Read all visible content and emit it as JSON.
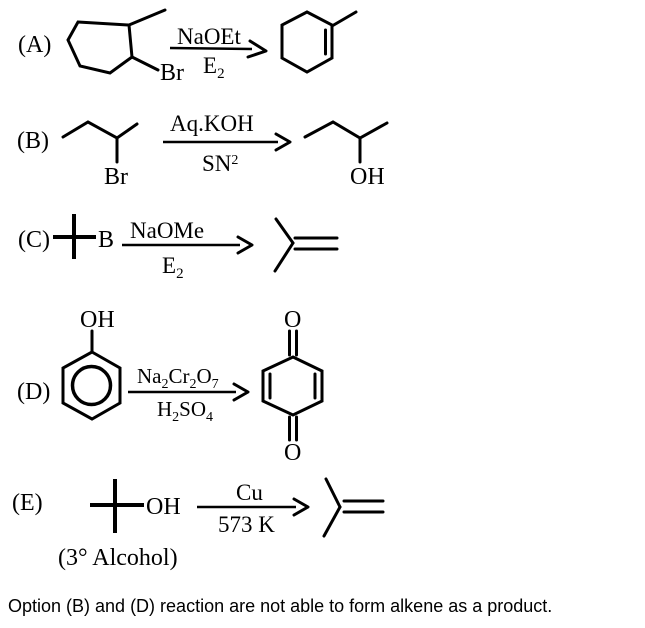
{
  "reactions": {
    "a": {
      "label": "(A)",
      "leaving_group": "Br",
      "reagent_above": "NaOEt",
      "reagent_below": {
        "base": "E",
        "sub": "2"
      }
    },
    "b": {
      "label": "(B)",
      "leaving_group": "Br",
      "reagent_above": "Aq.KOH",
      "reagent_below": {
        "base": "SN",
        "sup": "2"
      },
      "product_group": "OH"
    },
    "c": {
      "label": "(C)",
      "halide_label": "B",
      "reagent_above": "NaOMe",
      "reagent_below": {
        "base": "E",
        "sub": "2"
      }
    },
    "d": {
      "label": "(D)",
      "phenol_group": "OH",
      "reagent_above": {
        "s1": "Na",
        "s2": "2",
        "s3": "Cr",
        "s4": "2",
        "s5": "O",
        "s6": "7"
      },
      "reagent_below": {
        "s1": "H",
        "s2": "2",
        "s3": "SO",
        "s4": "4"
      },
      "quinone_o_top": "O",
      "quinone_o_bottom": "O"
    },
    "e": {
      "label": "(E)",
      "alcohol_group": "OH",
      "reagent_above": "Cu",
      "reagent_below": "573 K",
      "note": "(3° Alcohol)"
    }
  },
  "caption": "Option (B) and (D) reaction are not able to form alkene as a product."
}
